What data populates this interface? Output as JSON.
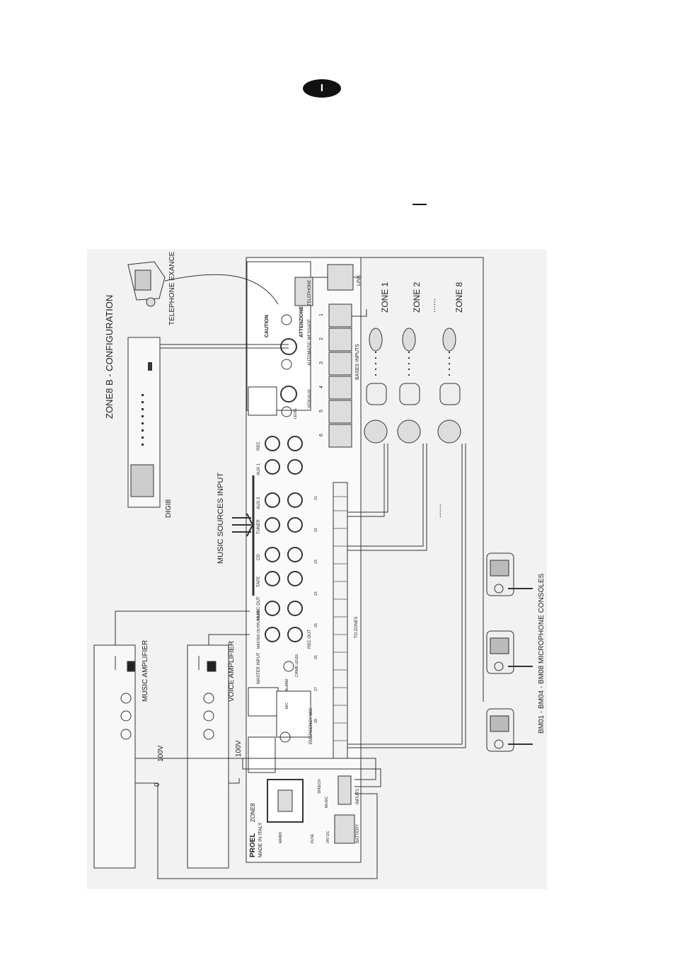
{
  "header": {
    "badge_label": "I"
  },
  "diagram": {
    "title": "ZONE8   B - CONFIGURATION",
    "telephone_label": "TELEPHONE EXANCE",
    "digi8_label": "DIGI8",
    "music_sources_label": "MUSIC SOURCES INPUT",
    "music_amp_label": "MUSIC AMPLIFIER",
    "voice_amp_label": "VOICE AMPLIFIER",
    "music_amp_out": "100V",
    "voice_amp_out": "100V",
    "zero_label": "0",
    "consoles_label": "BM01 - BM04 - BM08 MICROPHONE CONSOLES",
    "zones": [
      "ZONE 1",
      "ZONE 2",
      "ZONE 8"
    ],
    "zone_dots": "......",
    "unit": {
      "brand": "PROEL",
      "model": "ZONE8",
      "made_in": "MADE IN ITALY",
      "link_label": "LINK",
      "bases_inputs": "BASES INPUTS",
      "base_ports": [
        "1",
        "2",
        "3",
        "4",
        "5",
        "6"
      ],
      "telephone_section": "TELEPHONE",
      "auto_message": "AUTOMATIC MESSAGE",
      "vox_aux": "VOX/AUX",
      "caution": "CAUTION",
      "attenzione": "ATTENZIONE",
      "level": "LEVEL",
      "rca_inputs": [
        "REC",
        "AUX 1",
        "AUX 2",
        "TUNER",
        "CD",
        "TAPE",
        "MUSIC OUT",
        "MASTER OUTPUT LINK"
      ],
      "rec_out": "REC OUT",
      "master_input": "MASTER INPUT",
      "chime_level": "CHIME LEVEL",
      "emergency_mic": "EMERGENCY MIC",
      "mic": "MIC",
      "alarm": "ALARM",
      "to_zones": "TO ZONES",
      "inputs": "INPUTS",
      "music": "MUSIC",
      "speech": "SPEECH",
      "battery": "BATTERY",
      "dc": "24V DC",
      "fuse": "FUSE",
      "mains": "MAINS",
      "zone_terminals": [
        "Z1",
        "Z2",
        "Z3",
        "Z4",
        "Z5",
        "Z6",
        "Z7",
        "Z8"
      ]
    }
  }
}
